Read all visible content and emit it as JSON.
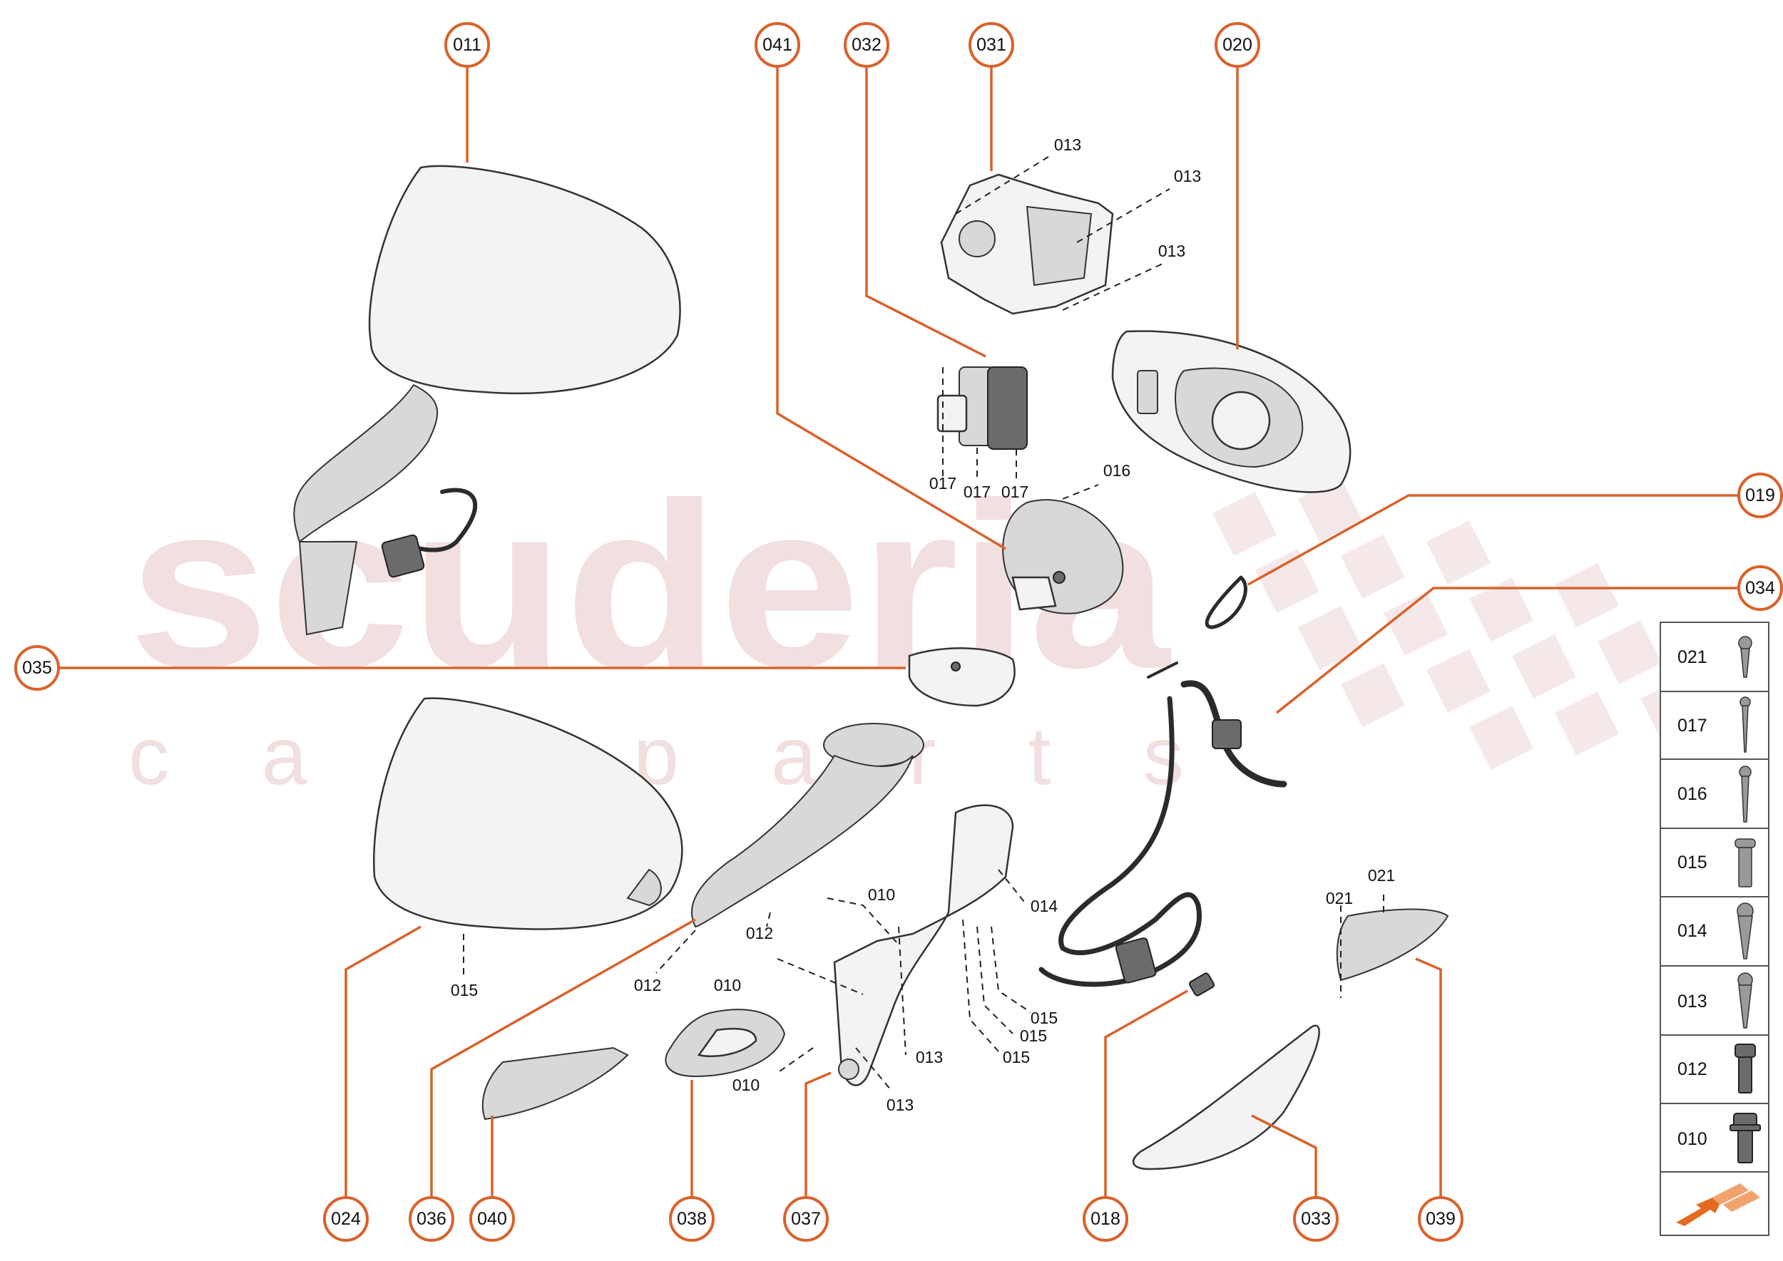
{
  "watermark": {
    "brand": "scuderia",
    "tagline": "c a r   p a r t s"
  },
  "callouts": {
    "c011": "011",
    "c041": "041",
    "c032": "032",
    "c031": "031",
    "c020": "020",
    "c019": "019",
    "c034": "034",
    "c035": "035",
    "c024": "024",
    "c036": "036",
    "c040": "040",
    "c038": "038",
    "c037": "037",
    "c018": "018",
    "c033": "033",
    "c039": "039"
  },
  "sub_labels": {
    "s013a": "013",
    "s013b": "013",
    "s013c": "013",
    "s017a": "017",
    "s017b": "017",
    "s017c": "017",
    "s016": "016",
    "s015a": "015",
    "s012a": "012",
    "s012b": "012",
    "s010a": "010",
    "s010b": "010",
    "s010c": "010",
    "s013d": "013",
    "s013e": "013",
    "s014": "014",
    "s015b": "015",
    "s015c": "015",
    "s015d": "015",
    "s021a": "021",
    "s021b": "021"
  },
  "legend": {
    "items": [
      "021",
      "017",
      "016",
      "015",
      "014",
      "013",
      "012",
      "010"
    ],
    "nav_icon": "double-arrow-icon"
  },
  "colors": {
    "accent": "#d9622b",
    "watermark": "#e9c6c6",
    "nav_arrow": "#e36a1e"
  }
}
